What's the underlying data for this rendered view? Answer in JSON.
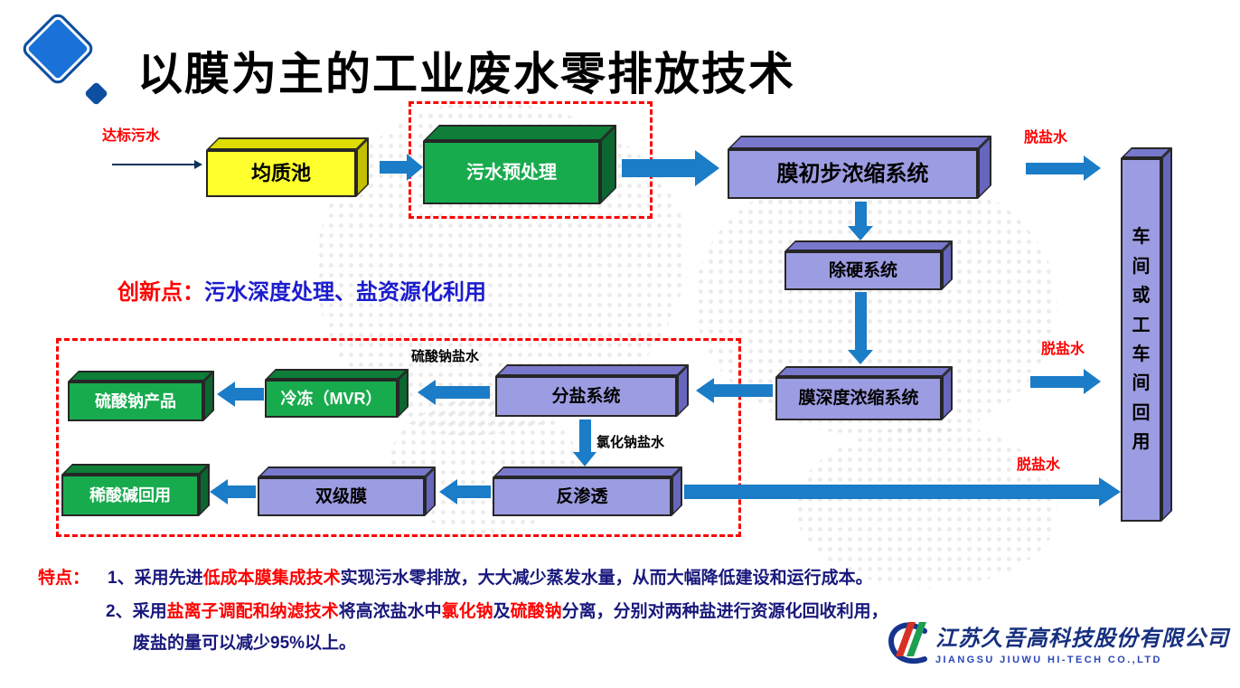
{
  "title": "以膜为主的工业废水零排放技术",
  "innovation": {
    "label": "创新点：",
    "text": "污水深度处理、盐资源化利用"
  },
  "flow": {
    "boxes": {
      "equalization": "均质池",
      "pretreatment": "污水预处理",
      "membrane_primary": "膜初步浓缩系统",
      "hardness_removal": "除硬系统",
      "membrane_deep": "膜深度浓缩系统",
      "salt_separation": "分盐系统",
      "freezing_mvr": "冷冻（MVR）",
      "sodium_sulfate_product": "硫酸钠产品",
      "reverse_osmosis": "反渗透",
      "double_stage_membrane": "双级膜",
      "dilute_acid_alkali_reuse": "稀酸碱回用",
      "workshop_reuse": "车间或工车间回用"
    },
    "labels": {
      "influent": "达标污水",
      "desalted_water_1": "脱盐水",
      "desalted_water_2": "脱盐水",
      "desalted_water_3": "脱盐水",
      "sodium_sulfate_brine": "硫酸钠盐水",
      "sodium_chloride_brine": "氯化钠盐水"
    }
  },
  "features": {
    "label": "特点：",
    "line1": {
      "a": "1、采用先进",
      "b": "低成本膜集成技术",
      "c": "实现污水零排放，大大减少蒸发水量，从而大幅降低建设和运行成本。"
    },
    "line2": {
      "a": "2、采用",
      "b": "盐离子调配和纳滤技术",
      "c": "将高浓盐水中",
      "d": "氯化钠",
      "e": "及",
      "f": "硫酸钠",
      "g": "分离，分别对两种盐进行资源化回收利用，"
    },
    "line3": "废盐的量可以减少95%以上。"
  },
  "footer_logo": {
    "company_cn": "江苏久吾高科技股份有限公司",
    "company_en": "JIANGSU JIUWU HI-TECH CO.,LTD"
  },
  "colors": {
    "arrow_blue": "#1b7cc7",
    "box_yellow": "#ffff2e",
    "box_green": "#18ab4e",
    "box_purple": "#9c9ce2",
    "highlight_red": "#fe0000",
    "feature_navy": "#18187c",
    "innovation_blue": "#1c1ccd",
    "diamond_blue": "#1a72d8"
  }
}
